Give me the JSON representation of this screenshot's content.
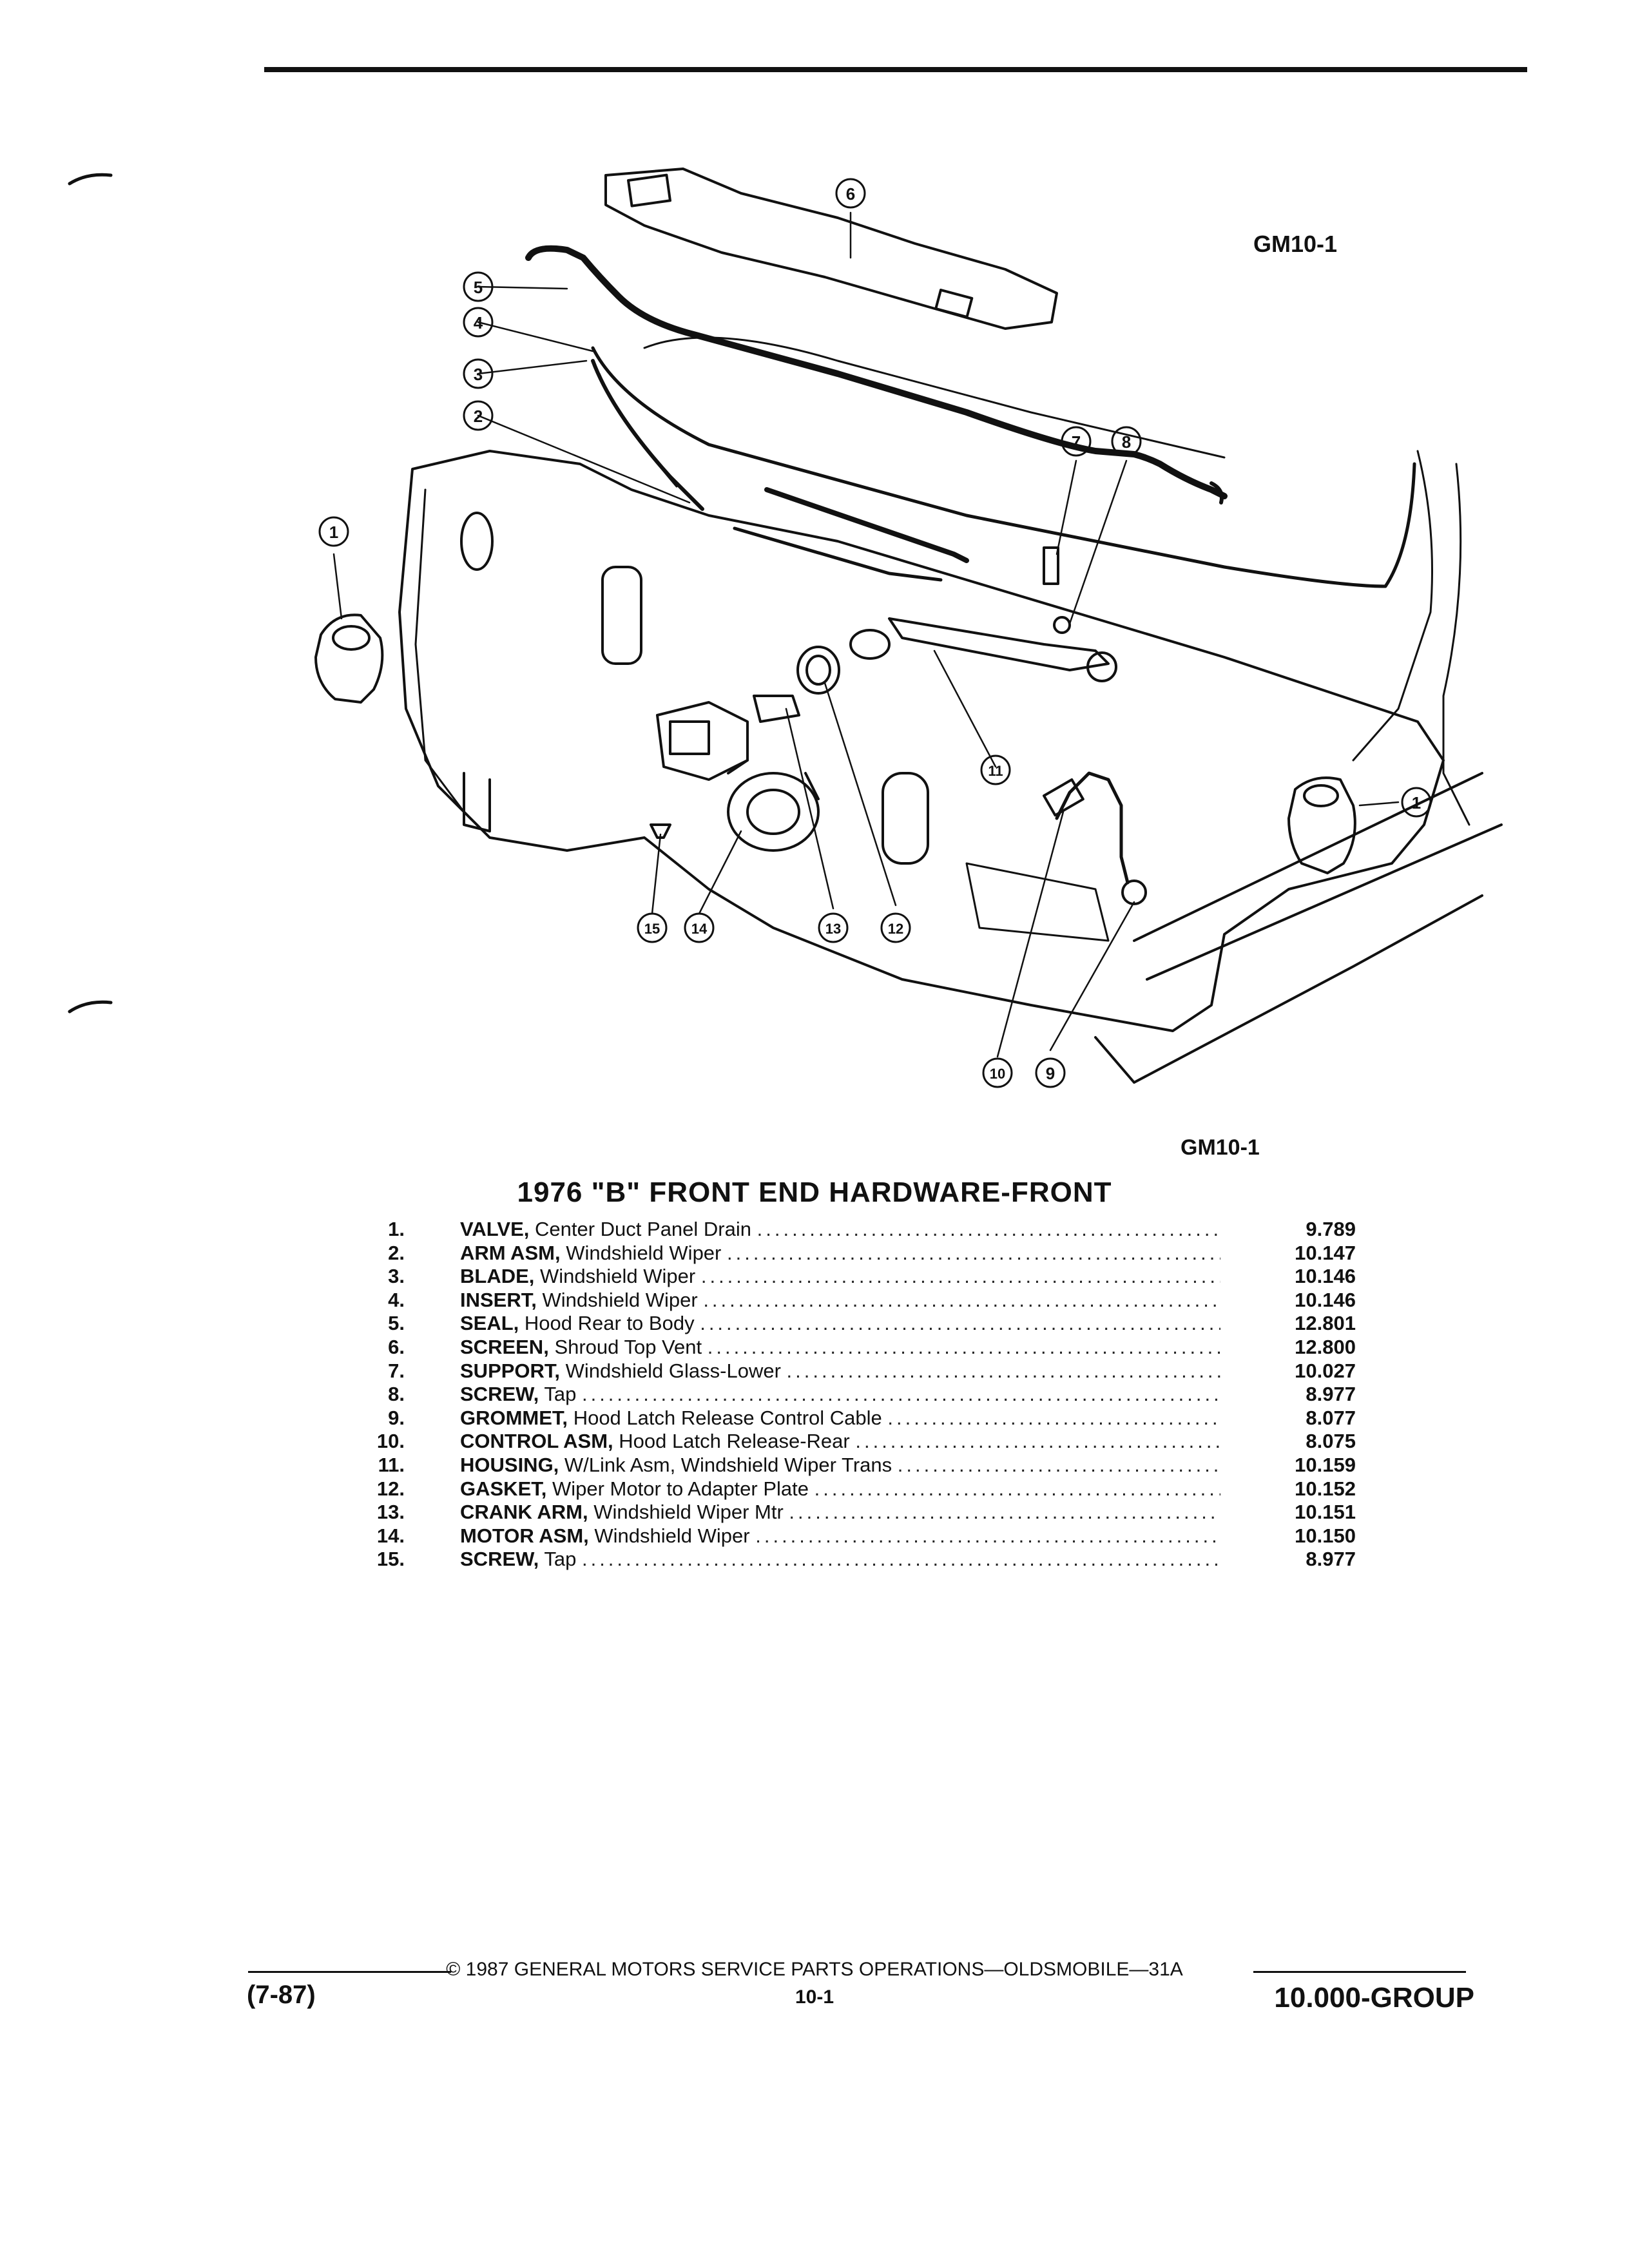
{
  "figure_code_top": "GM10-1",
  "figure_code_bottom": "GM10-1",
  "title": "1976 \"B\" FRONT END HARDWARE-FRONT",
  "callouts": [
    "1",
    "2",
    "3",
    "4",
    "5",
    "6",
    "7",
    "8",
    "9",
    "10",
    "11",
    "12",
    "13",
    "14",
    "15",
    "1"
  ],
  "parts": [
    {
      "num": "1.",
      "name": "VALVE,",
      "desc": "Center Duct Panel Drain",
      "code": "9.789"
    },
    {
      "num": "2.",
      "name": "ARM ASM,",
      "desc": "Windshield Wiper",
      "code": "10.147"
    },
    {
      "num": "3.",
      "name": "BLADE,",
      "desc": "Windshield Wiper",
      "code": "10.146"
    },
    {
      "num": "4.",
      "name": "INSERT,",
      "desc": "Windshield Wiper",
      "code": "10.146"
    },
    {
      "num": "5.",
      "name": "SEAL,",
      "desc": "Hood Rear to Body",
      "code": "12.801"
    },
    {
      "num": "6.",
      "name": "SCREEN,",
      "desc": "Shroud Top Vent",
      "code": "12.800"
    },
    {
      "num": "7.",
      "name": "SUPPORT,",
      "desc": "Windshield Glass-Lower",
      "code": "10.027"
    },
    {
      "num": "8.",
      "name": "SCREW,",
      "desc": "Tap",
      "code": "8.977"
    },
    {
      "num": "9.",
      "name": "GROMMET,",
      "desc": "Hood Latch Release Control Cable",
      "code": "8.077"
    },
    {
      "num": "10.",
      "name": "CONTROL ASM,",
      "desc": "Hood Latch Release-Rear",
      "code": "8.075"
    },
    {
      "num": "11.",
      "name": "HOUSING,",
      "desc": "W/Link Asm, Windshield Wiper Trans",
      "code": "10.159"
    },
    {
      "num": "12.",
      "name": "GASKET,",
      "desc": "Wiper Motor to Adapter Plate",
      "code": "10.152"
    },
    {
      "num": "13.",
      "name": "CRANK ARM,",
      "desc": "Windshield Wiper Mtr",
      "code": "10.151"
    },
    {
      "num": "14.",
      "name": "MOTOR ASM,",
      "desc": "Windshield Wiper",
      "code": "10.150"
    },
    {
      "num": "15.",
      "name": "SCREW,",
      "desc": "Tap",
      "code": "8.977"
    }
  ],
  "footer": {
    "copyright": "© 1987 GENERAL MOTORS SERVICE PARTS OPERATIONS—OLDSMOBILE—31A",
    "page": "10-1",
    "date": "(7-87)",
    "group": "10.000-GROUP"
  }
}
